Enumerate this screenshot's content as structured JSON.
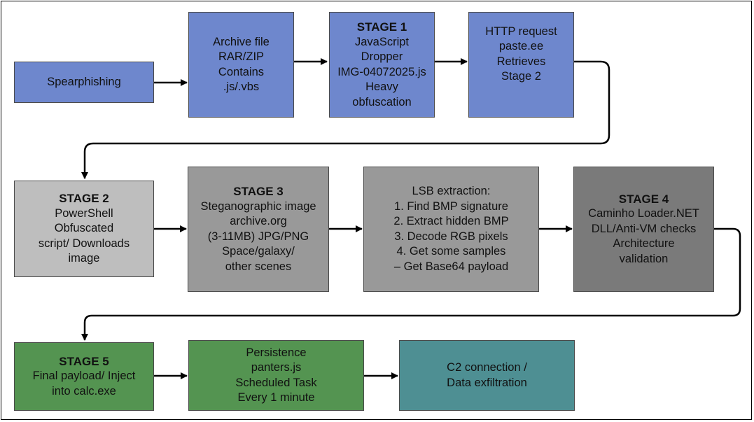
{
  "boxes": {
    "spearphishing": {
      "lines": [
        "Spearphishing"
      ]
    },
    "archive": {
      "lines": [
        "Archive file",
        "RAR/ZIP",
        "Contains",
        ".js/.vbs"
      ]
    },
    "stage1": {
      "title": "STAGE 1",
      "lines": [
        "JavaScript",
        "Dropper",
        "IMG-04072025.js",
        "Heavy",
        "obfuscation"
      ]
    },
    "http": {
      "lines": [
        "HTTP request",
        "paste.ee",
        "Retrieves",
        "Stage 2"
      ]
    },
    "stage2": {
      "title": "STAGE 2",
      "lines": [
        "PowerShell",
        "Obfuscated",
        "script/ Downloads",
        "image"
      ]
    },
    "stage3": {
      "title": "STAGE 3",
      "lines": [
        "Steganographic image",
        "archive.org",
        "(3-11MB) JPG/PNG",
        "Space/galaxy/",
        "other scenes"
      ]
    },
    "lsb": {
      "lines": [
        "LSB extraction:",
        "1. Find BMP signature",
        "2. Extract hidden BMP",
        "3. Decode RGB pixels",
        "4. Get some samples",
        "– Get Base64 payload"
      ]
    },
    "stage4": {
      "title": "STAGE 4",
      "lines": [
        "Caminho Loader.NET",
        "DLL/Anti-VM checks",
        "Architecture",
        "validation"
      ]
    },
    "stage5": {
      "title": "STAGE 5",
      "lines": [
        "Final payload/ Inject",
        "into calc.exe"
      ]
    },
    "persistence": {
      "lines": [
        "Persistence",
        "panters.js",
        "Scheduled Task",
        "Every 1 minute"
      ]
    },
    "c2": {
      "lines": [
        "C2 connection /",
        "Data exfiltration"
      ]
    }
  },
  "colors": {
    "blue": "#6e87cd",
    "light_gray": "#bebebe",
    "mid_gray": "#999999",
    "dark_gray": "#7a7a7a",
    "green": "#549451",
    "teal": "#4e8f93"
  }
}
